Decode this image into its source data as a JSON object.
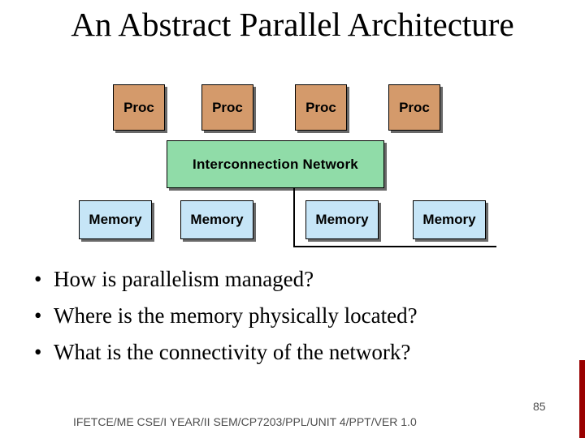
{
  "slide": {
    "title": "An Abstract Parallel Architecture",
    "bullet_char": "•",
    "bullets": [
      "How is parallelism managed?",
      "Where is the memory physically located?",
      "What is the connectivity of the network?"
    ],
    "page_number": "85",
    "footer": "IFETCE/ME CSE/I YEAR/II SEM/CP7203/PPL/UNIT 4/PPT/VER 1.0"
  },
  "diagram": {
    "processors": [
      {
        "label": "Proc"
      },
      {
        "label": "Proc"
      },
      {
        "label": "Proc"
      },
      {
        "label": "Proc"
      }
    ],
    "network": {
      "label": "Interconnection Network"
    },
    "memories": [
      {
        "label": "Memory"
      },
      {
        "label": "Memory"
      },
      {
        "label": "Memory"
      },
      {
        "label": "Memory"
      }
    ]
  },
  "colors": {
    "proc_fill": "#d49a6b",
    "network_fill": "#90dca8",
    "memory_fill": "#c6e5f7",
    "box_border": "#000000",
    "box_shadow": "#696969",
    "connector_line": "#000000",
    "footer_text": "#4d4d4d",
    "edge_bar": "#990000"
  }
}
